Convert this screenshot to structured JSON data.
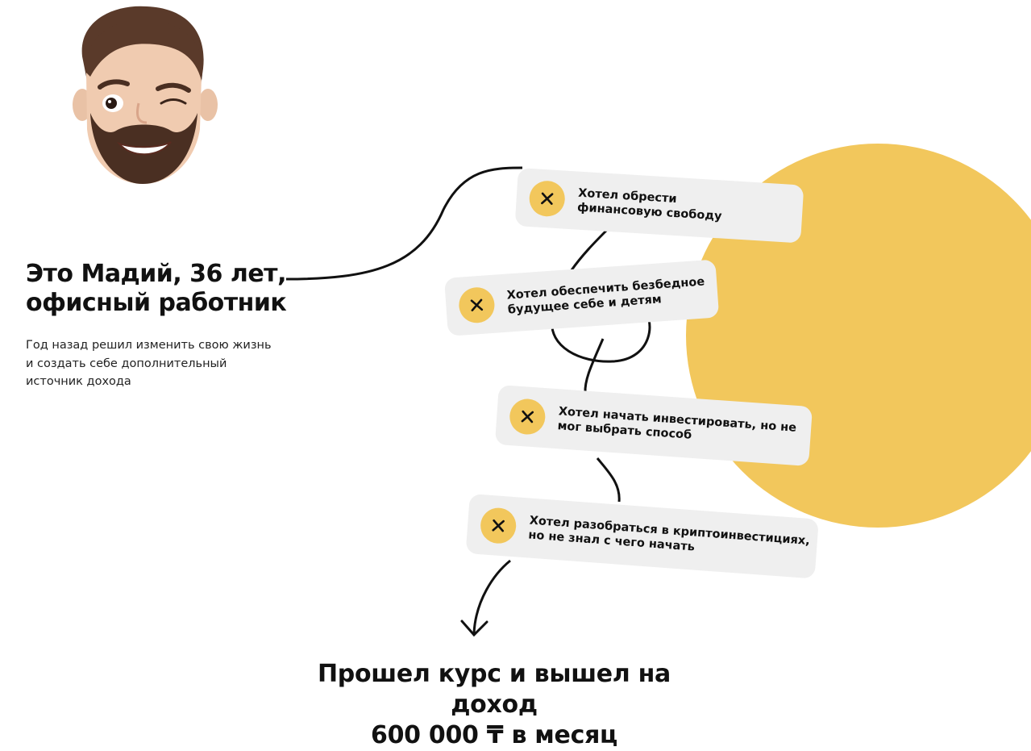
{
  "colors": {
    "accent": "#f2c75c",
    "card_bg": "#efefef",
    "text": "#111111"
  },
  "avatar": {
    "icon": "memoji-winking-bearded-man"
  },
  "hero": {
    "title_line1": "Это Мадий, 36 лет,",
    "title_line2": "офисный работник",
    "lead_line1": "Год назад решил изменить свою жизнь",
    "lead_line2": "и создать себе дополнительный",
    "lead_line3": "источник дохода"
  },
  "pain_points": [
    {
      "icon": "x-icon",
      "line1": "Хотел обрести",
      "line2": "финансовую свободу"
    },
    {
      "icon": "x-icon",
      "line1": "Хотел обеспечить безбедное",
      "line2": "будущее себе и детям"
    },
    {
      "icon": "x-icon",
      "line1": "Хотел начать инвестировать, но не",
      "line2": "мог выбрать способ"
    },
    {
      "icon": "x-icon",
      "line1": "Хотел разобраться в криптоинвестициях,",
      "line2": "но не знал с чего начать"
    }
  ],
  "result": {
    "line1": "Прошел курс и вышел на доход",
    "line2": "600 000 ₸ в месяц"
  }
}
